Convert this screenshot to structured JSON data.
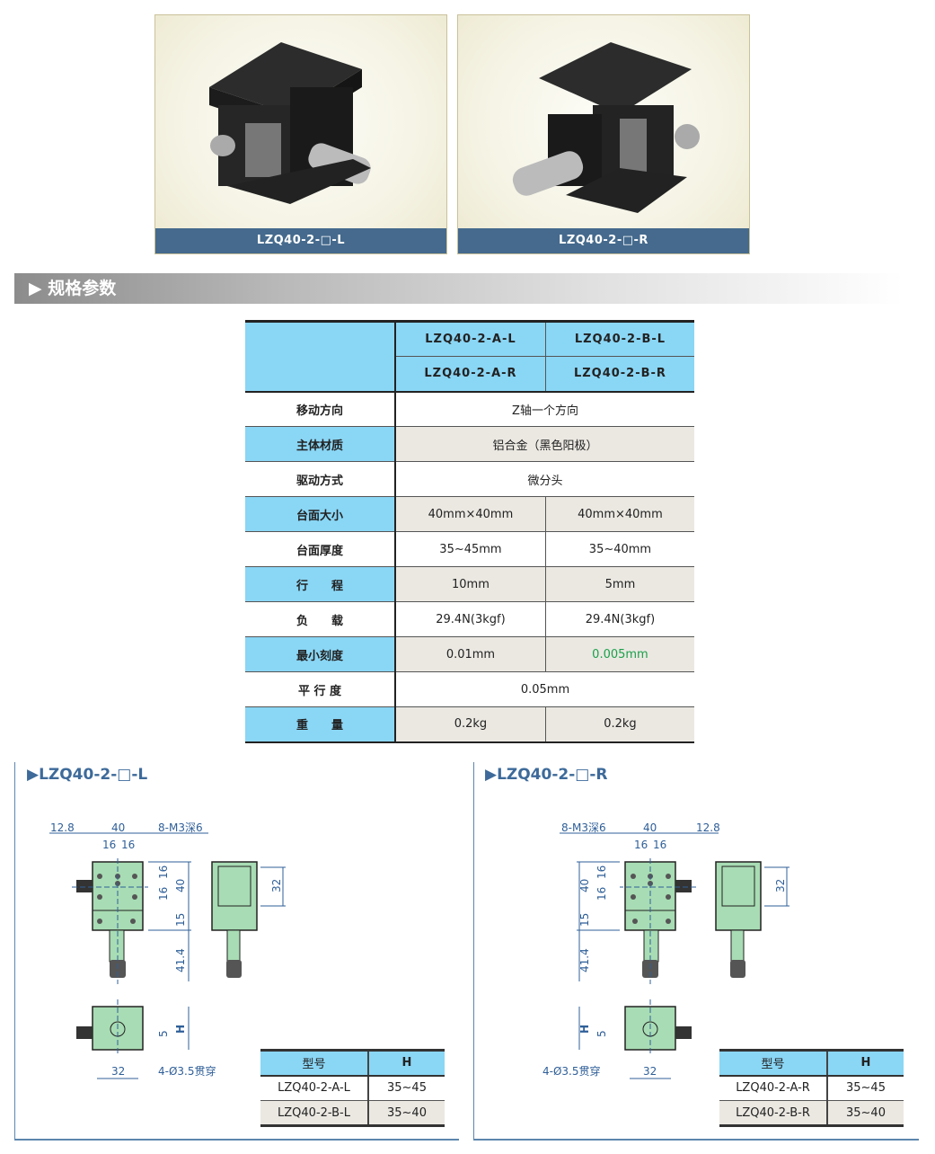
{
  "photos": [
    {
      "caption": "LZQ40-2-□-L"
    },
    {
      "caption": "LZQ40-2-□-R"
    }
  ],
  "section": {
    "title": "▶ 规格参数"
  },
  "spec": {
    "header_row1": [
      "LZQ40-2-A-L",
      "LZQ40-2-B-L"
    ],
    "header_row2": [
      "LZQ40-2-A-R",
      "LZQ40-2-B-R"
    ],
    "rows": [
      {
        "label": "移动方向",
        "value": "Z轴一个方向"
      },
      {
        "label": "主体材质",
        "value": "铝合金（黑色阳极）"
      },
      {
        "label": "驱动方式",
        "value": "微分头"
      },
      {
        "label": "台面大小",
        "a": "40mm×40mm",
        "b": "40mm×40mm"
      },
      {
        "label": "台面厚度",
        "a": "35~45mm",
        "b": "35~40mm"
      },
      {
        "label": "行　　程",
        "a": "10mm",
        "b": "5mm"
      },
      {
        "label": "负　　载",
        "a": "29.4N(3kgf)",
        "b": "29.4N(3kgf)"
      },
      {
        "label": "最小刻度",
        "a": "0.01mm",
        "b": "0.005mm"
      },
      {
        "label": "平 行 度",
        "value": "0.05mm"
      },
      {
        "label": "重　　量",
        "a": "0.2kg",
        "b": "0.2kg"
      }
    ],
    "highlight_color": "#1aa14a"
  },
  "drawings": {
    "left": {
      "title": "▶LZQ40-2-□-L",
      "dims": {
        "d128": "12.8",
        "d40": "40",
        "holes": "8-M3深6",
        "d16a": "16",
        "d16b": "16",
        "v16a": "16",
        "v16b": "16",
        "v40": "40",
        "v15": "15",
        "v414": "41.4",
        "v32": "32",
        "v5": "5",
        "vH": "H",
        "b32": "32",
        "thru": "4-Ø3.5贯穿"
      },
      "table": {
        "headers": [
          "型号",
          "H"
        ],
        "rows": [
          [
            "LZQ40-2-A-L",
            "35~45"
          ],
          [
            "LZQ40-2-B-L",
            "35~40"
          ]
        ]
      }
    },
    "right": {
      "title": "▶LZQ40-2-□-R",
      "dims": {
        "d128": "12.8",
        "d40": "40",
        "holes": "8-M3深6",
        "d16a": "16",
        "d16b": "16",
        "v16a": "16",
        "v16b": "16",
        "v40": "40",
        "v15": "15",
        "v414": "41.4",
        "v32": "32",
        "v5": "5",
        "vH": "H",
        "b32": "32",
        "thru": "4-Ø3.5贯穿"
      },
      "table": {
        "headers": [
          "型号",
          "H"
        ],
        "rows": [
          [
            "LZQ40-2-A-R",
            "35~45"
          ],
          [
            "LZQ40-2-B-R",
            "35~40"
          ]
        ]
      }
    }
  }
}
